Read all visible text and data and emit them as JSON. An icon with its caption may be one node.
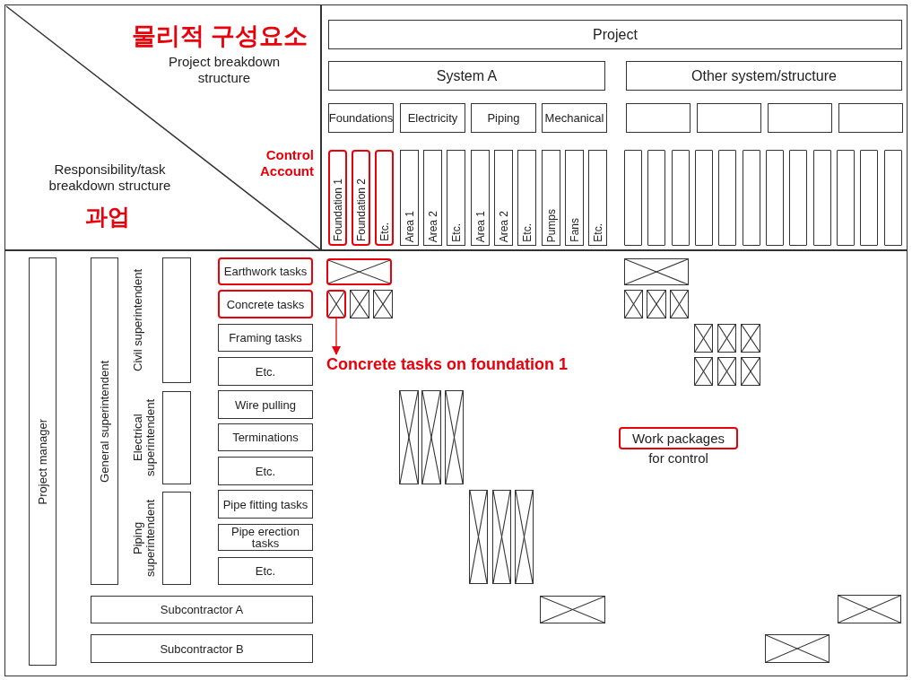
{
  "diagram": {
    "nodes": [
      {
        "text": [
          "Project"
        ]
      },
      {
        "text": [
          "System A"
        ]
      },
      {
        "text": [
          "Other system/structure"
        ]
      },
      {
        "text": [
          "Foundations"
        ]
      },
      {
        "text": [
          "Electricity"
        ]
      },
      {
        "text": [
          "Piping"
        ]
      },
      {
        "text": [
          "Mechanical"
        ]
      },
      {
        "text": [],
        "shape": "box"
      },
      {
        "text": [],
        "shape": "box"
      },
      {
        "text": [],
        "shape": "box"
      },
      {
        "text": [],
        "shape": "box"
      },
      {
        "text": [
          "Foundation 1"
        ]
      },
      {
        "text": [
          "Foundation 2"
        ]
      },
      {
        "text": [
          "Etc."
        ]
      },
      {
        "text": [
          "Area 1"
        ]
      },
      {
        "text": [
          "Area 2"
        ]
      },
      {
        "text": [
          "Etc."
        ]
      },
      {
        "text": [
          "Area 1"
        ]
      },
      {
        "text": [
          "Area 2"
        ]
      },
      {
        "text": [
          "Etc."
        ]
      },
      {
        "text": [
          "Pumps"
        ]
      },
      {
        "text": [
          "Fans"
        ]
      },
      {
        "text": [
          "Etc."
        ]
      },
      {
        "text": [],
        "shape": "bar"
      },
      {
        "text": [],
        "shape": "bar"
      },
      {
        "text": [],
        "shape": "bar"
      },
      {
        "text": [],
        "shape": "bar"
      },
      {
        "text": [],
        "shape": "bar"
      },
      {
        "text": [],
        "shape": "bar"
      },
      {
        "text": [],
        "shape": "bar"
      },
      {
        "text": [],
        "shape": "bar"
      },
      {
        "text": [],
        "shape": "bar"
      },
      {
        "text": [],
        "shape": "bar"
      },
      {
        "text": [],
        "shape": "bar"
      },
      {
        "text": [],
        "shape": "bar"
      },
      {
        "text": [
          "Project manager"
        ]
      },
      {
        "text": [
          "General superintendent"
        ]
      },
      {
        "text": [
          "Civil superintendent"
        ]
      },
      {
        "text": [
          "Electrical superintendent"
        ]
      },
      {
        "text": [
          "Piping superintendent"
        ]
      },
      {
        "text": [
          "Earthwork tasks"
        ]
      },
      {
        "text": [
          "Concrete tasks"
        ]
      },
      {
        "text": [
          "Framing tasks"
        ]
      },
      {
        "text": [
          "Etc."
        ]
      },
      {
        "text": [
          "Wire pulling"
        ]
      },
      {
        "text": [
          "Terminations"
        ]
      },
      {
        "text": [
          "Etc."
        ]
      },
      {
        "text": [
          "Pipe fitting tasks"
        ]
      },
      {
        "text": [
          "Pipe erection tasks"
        ]
      },
      {
        "text": [
          "Etc."
        ]
      },
      {
        "text": [
          "Subcontractor A"
        ]
      },
      {
        "text": [
          "Subcontractor B"
        ]
      },
      {
        "text": [],
        "shape": "box"
      },
      {
        "text": [],
        "shape": "box"
      },
      {
        "text": [],
        "shape": "box"
      },
      {
        "text": [],
        "shape": "box"
      },
      {
        "text": [],
        "shape": "box"
      },
      {
        "text": [],
        "shape": "box"
      },
      {
        "text": [],
        "shape": "box"
      },
      {
        "text": [],
        "shape": "box"
      },
      {
        "text": [],
        "shape": "box"
      },
      {
        "text": [],
        "shape": "box"
      },
      {
        "text": [],
        "shape": "box"
      },
      {
        "text": [],
        "shape": "box"
      },
      {
        "text": [],
        "shape": "box"
      },
      {
        "text": [],
        "shape": "box"
      },
      {
        "text": [],
        "shape": "box"
      },
      {
        "text": [],
        "shape": "box"
      },
      {
        "text": [],
        "shape": "box"
      },
      {
        "text": [],
        "shape": "box"
      },
      {
        "text": [],
        "shape": "box"
      },
      {
        "text": [],
        "shape": "box"
      },
      {
        "text": [],
        "shape": "box"
      },
      {
        "text": [],
        "shape": "box"
      },
      {
        "text": [],
        "shape": "box"
      },
      {
        "text": [
          "Concrete tasks on foundation 1"
        ]
      },
      {
        "text": [
          "Work packages"
        ],
        "beside": [
          "for control"
        ]
      }
    ],
    "edges": [
      {
        "from": 54,
        "to": 75,
        "arrow": "to"
      }
    ],
    "labels": [
      "물리적 구성요소",
      "Project breakdown structure",
      "Control Account",
      "Responsibility/task breakdown structure",
      "과업"
    ]
  }
}
